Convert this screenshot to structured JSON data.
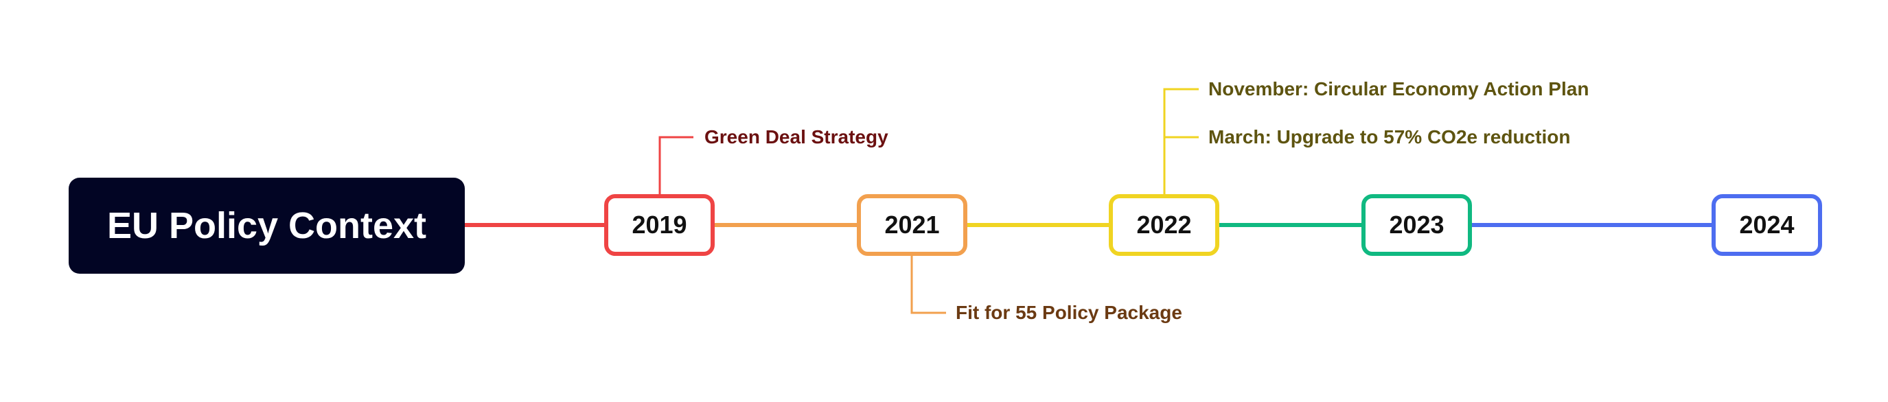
{
  "colors": {
    "title_bg": "#020524",
    "red": "#EF4444",
    "orange": "#F2A04E",
    "yellow": "#F0D422",
    "green": "#10B981",
    "blue": "#4D6DF0",
    "event_2019_text": "#6B1010",
    "event_2021_text": "#6B3A12",
    "event_2022_text": "#5E5410"
  },
  "title": "EU Policy Context",
  "years": [
    {
      "label": "2019",
      "color": "#EF4444"
    },
    {
      "label": "2021",
      "color": "#F2A04E"
    },
    {
      "label": "2022",
      "color": "#F0D422"
    },
    {
      "label": "2023",
      "color": "#10B981"
    },
    {
      "label": "2024",
      "color": "#4D6DF0"
    }
  ],
  "events": [
    {
      "year": "2019",
      "text": "Green Deal Strategy",
      "position": "above",
      "color": "#6B1010"
    },
    {
      "year": "2021",
      "text": "Fit for 55 Policy Package",
      "position": "below",
      "color": "#6B3A12"
    },
    {
      "year": "2022",
      "text": "November: Circular Economy Action Plan",
      "position": "above",
      "color": "#5E5410"
    },
    {
      "year": "2022",
      "text": "March: Upgrade to 57% CO2e reduction",
      "position": "above",
      "color": "#5E5410"
    }
  ]
}
